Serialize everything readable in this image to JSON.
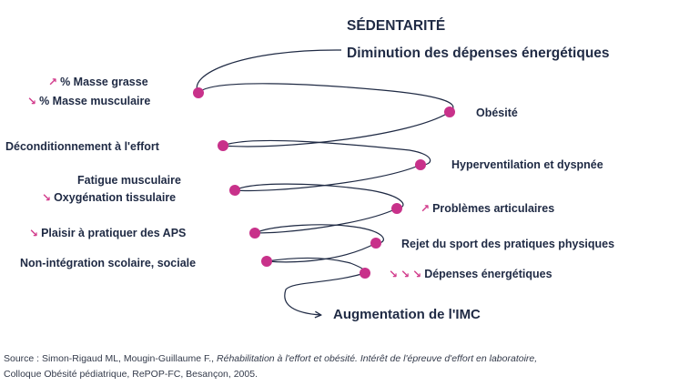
{
  "colors": {
    "text": "#1f2a44",
    "dot": "#c8318a",
    "arrow": "#d23c8c",
    "spiral": "#1f2a44"
  },
  "arrow_icons": {
    "up": "↗",
    "down": "↘"
  },
  "title_top": "SÉDENTARITÉ",
  "title_sub": "Diminution des dépenses énergétiques",
  "bottom": "Augmentation de l'IMC",
  "left_labels": {
    "masse_grasse": "% Masse grasse",
    "masse_musculaire": "% Masse musculaire",
    "deconditionnement": "Déconditionnement à l'effort",
    "fatigue": "Fatigue musculaire",
    "oxygenation": "Oxygénation tissulaire",
    "plaisir": "Plaisir à pratiquer des APS",
    "non_integration": "Non-intégration scolaire, sociale"
  },
  "right_labels": {
    "obesite": "Obésité",
    "hyperventilation": "Hyperventilation et dyspnée",
    "problemes": "Problèmes articulaires",
    "rejet": "Rejet du sport des pratiques physiques",
    "depenses": "Dépenses énergétiques"
  },
  "source": {
    "prefix": "Source : Simon-Rigaud ML, Mougin-Guillaume F., ",
    "italic": "Réhabilitation à l'effort et obésité. Intérêt de l'épreuve d'effort en laboratoire,",
    "suffix": "Colloque Obésité pédiatrique, RePOP-FC, Besançon, 2005."
  }
}
